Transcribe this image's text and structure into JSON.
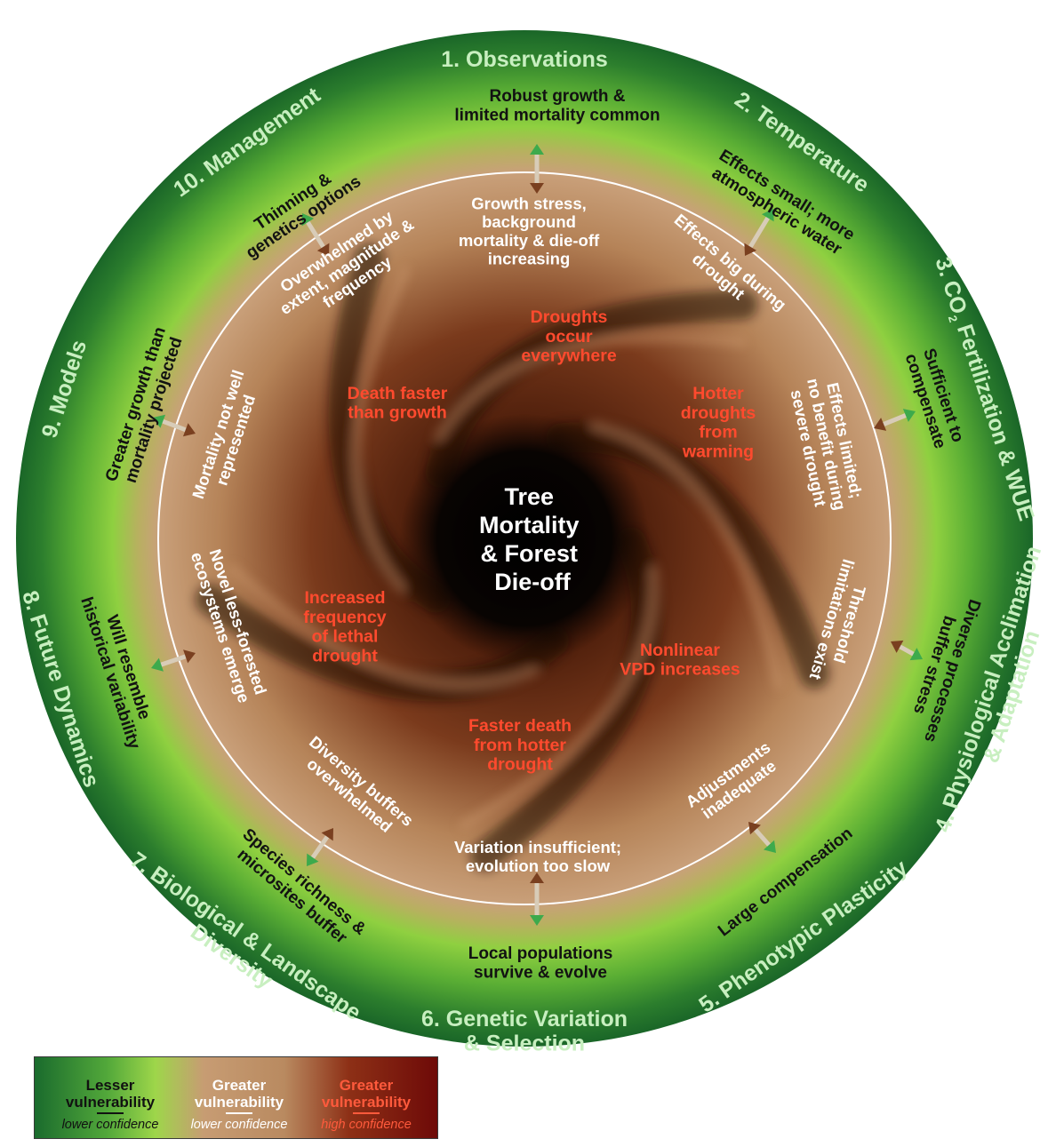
{
  "center": {
    "lines": [
      "Tree",
      "Mortality",
      "& Forest",
      "Die-off"
    ]
  },
  "sectors": [
    {
      "title": "1. Observations",
      "lesser": [
        "Robust growth &",
        "limited mortality common"
      ],
      "greater": [
        "Growth stress,",
        "background",
        "mortality & die-off",
        "increasing"
      ],
      "high": [
        "Droughts",
        "occur",
        "everywhere"
      ]
    },
    {
      "title": "2. Temperature",
      "lesser": [
        "Effects small; more",
        "atmospheric water"
      ],
      "greater": [
        "Effects big during",
        "drought"
      ],
      "high": [
        "Hotter",
        "droughts",
        "from",
        "warming"
      ]
    },
    {
      "title": "3. CO2 Fertilization & WUE",
      "title_main": "3. CO",
      "title_sub": "2",
      "title_rest": " Fertilization & WUE",
      "lesser": [
        "Sufficient to",
        "compensate"
      ],
      "greater": [
        "Effects limited;",
        "no benefit during",
        "severe drought"
      ],
      "high": []
    },
    {
      "title": "4. Physiological Acclimation & Adaptation",
      "title_lines": [
        "4. Physiological Acclimation",
        "& Adaptation"
      ],
      "lesser": [
        "Diverse processes",
        "buffer stress"
      ],
      "greater": [
        "Threshold",
        "limitations exist"
      ],
      "high": [
        "Nonlinear",
        "VPD increases"
      ]
    },
    {
      "title": "5. Phenotypic Plasticity",
      "lesser": [
        "Large compensation"
      ],
      "greater": [
        "Adjustments",
        "inadequate"
      ],
      "high": []
    },
    {
      "title": "6. Genetic Variation & Selection",
      "title_lines": [
        "6. Genetic Variation",
        "& Selection"
      ],
      "lesser": [
        "Local populations",
        "survive & evolve"
      ],
      "greater": [
        "Variation insufficient;",
        "evolution too slow"
      ],
      "high": [
        "Faster death",
        "from hotter",
        "drought"
      ]
    },
    {
      "title": "7. Biological & Landscape Diversity",
      "title_lines": [
        "7. Biological & Landscape",
        "Diversity"
      ],
      "lesser": [
        "Species richness &",
        "microsites buffer"
      ],
      "greater": [
        "Diversity buffers",
        "overwhelmed"
      ],
      "high": []
    },
    {
      "title": "8. Future Dynamics",
      "lesser": [
        "Will resemble",
        "historical variability"
      ],
      "greater": [
        "Novel less-forested",
        "ecosystems emerge"
      ],
      "high": [
        "Increased",
        "frequency",
        "of lethal",
        "drought"
      ]
    },
    {
      "title": "9. Models",
      "lesser": [
        "Greater growth than",
        "mortality projected"
      ],
      "greater": [
        "Mortality not well",
        "represented"
      ],
      "high": [
        "Death faster",
        "than growth"
      ]
    },
    {
      "title": "10. Management",
      "lesser": [
        "Thinning &",
        "genetics options"
      ],
      "greater": [
        "Overwhelmed by",
        "extent, magnitude &",
        "frequency"
      ],
      "high": []
    }
  ],
  "legend": {
    "lesser": {
      "title": "Lesser",
      "word": "vulnerability",
      "conf": "lower confidence"
    },
    "greater": {
      "title": "Greater",
      "word": "vulnerability",
      "conf": "lower confidence"
    },
    "high": {
      "title": "Greater",
      "word": "vulnerability",
      "conf": "high confidence"
    }
  },
  "colors": {
    "outer_green": "#1f6e2c",
    "light_green": "#8fd040",
    "tan": "#c49a70",
    "dark_brown": "#3a1a08",
    "red_text": "#ff4a2e",
    "title_text": "#c8efc0"
  }
}
